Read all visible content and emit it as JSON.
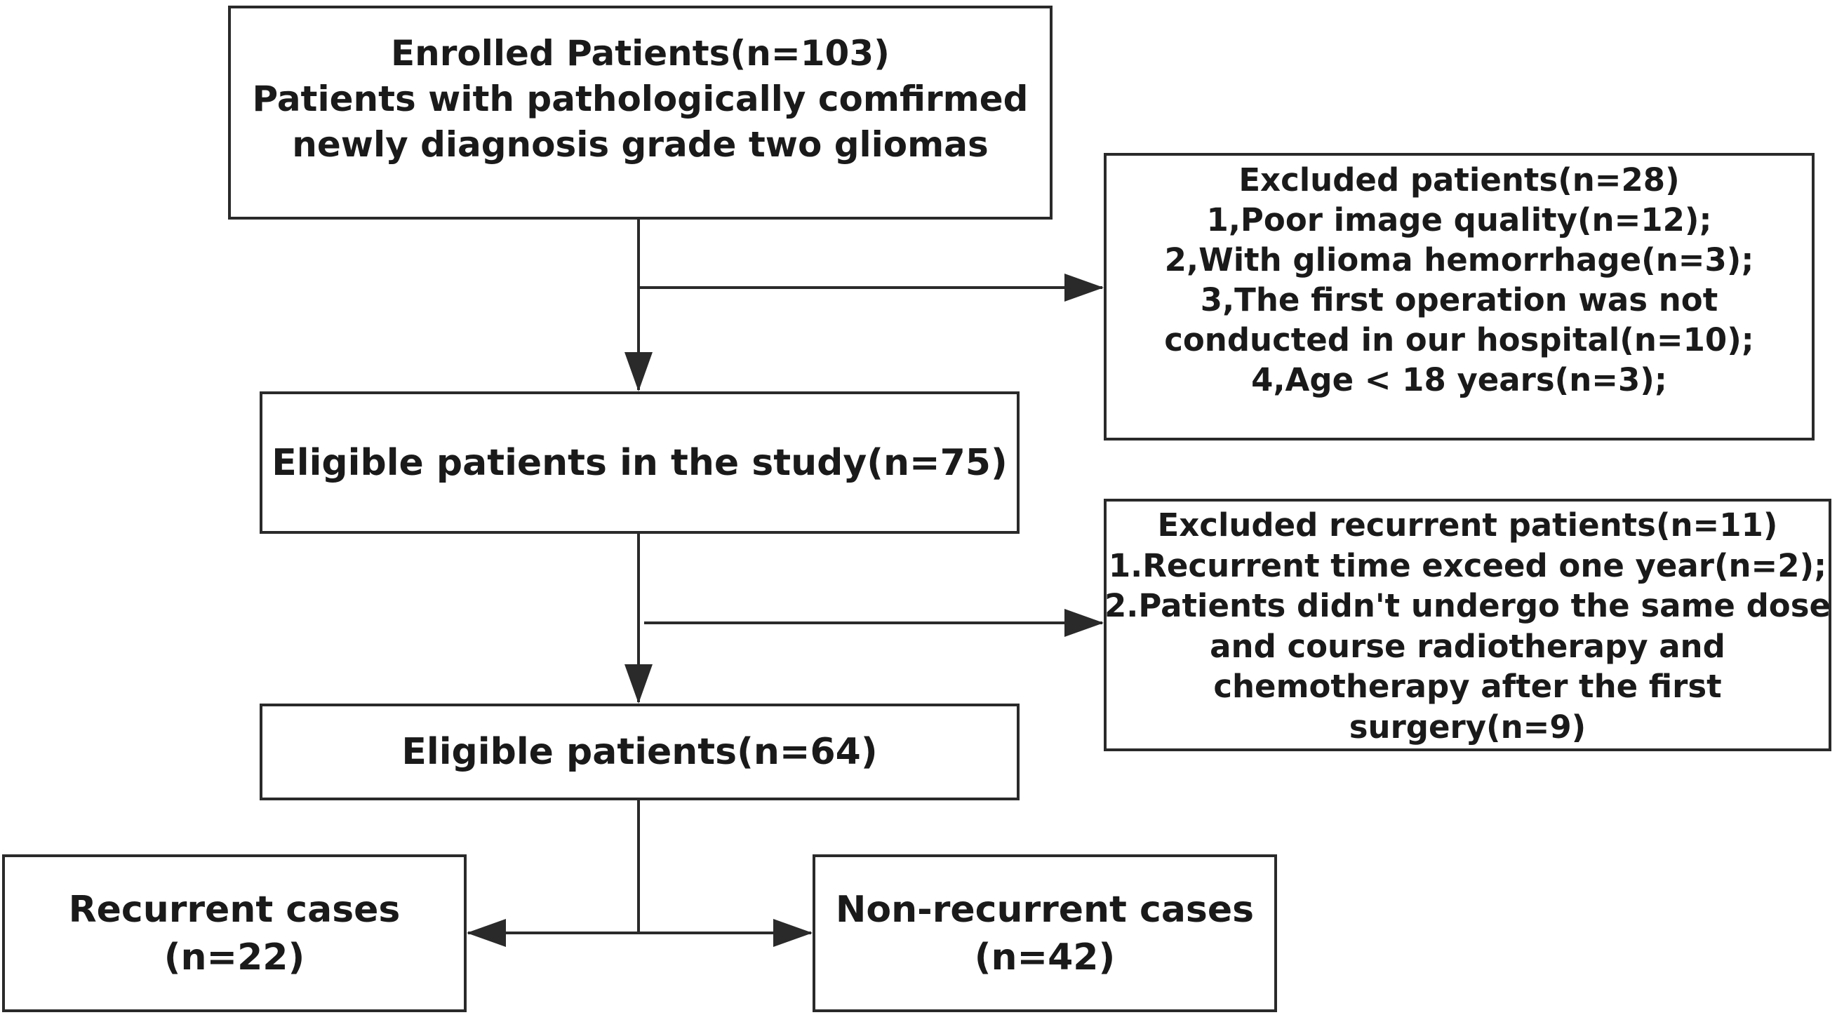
{
  "flowchart": {
    "enrolled": {
      "lines": [
        "Enrolled Patients(n=103)",
        "Patients with pathologically comfirmed",
        "newly diagnosis  grade two gliomas"
      ]
    },
    "excluded_1": {
      "lines": [
        "Excluded patients(n=28)",
        "1,Poor image quality(n=12);",
        "2,With glioma hemorrhage(n=3);",
        "3,The first operation was not",
        "conducted in our hospital(n=10);",
        "4,Age < 18 years(n=3);"
      ]
    },
    "eligible_study": {
      "lines": [
        "Eligible patients in the study(n=75)"
      ]
    },
    "excluded_2": {
      "lines": [
        "Excluded recurrent patients(n=11)",
        "1.Recurrent time exceed one year(n=2);",
        "2.Patients didn't undergo the same dose",
        "and course radiotherapy and",
        "chemotherapy after the first",
        "surgery(n=9)"
      ]
    },
    "eligible": {
      "lines": [
        "Eligible patients(n=64)"
      ]
    },
    "recurrent": {
      "lines": [
        "Recurrent cases",
        "(n=22)"
      ]
    },
    "non_recurrent": {
      "lines": [
        "Non-recurrent cases",
        "(n=42)"
      ]
    }
  },
  "colors": {
    "stroke": "#2a2a2a",
    "text": "#1a1a1a",
    "background": "#ffffff"
  }
}
